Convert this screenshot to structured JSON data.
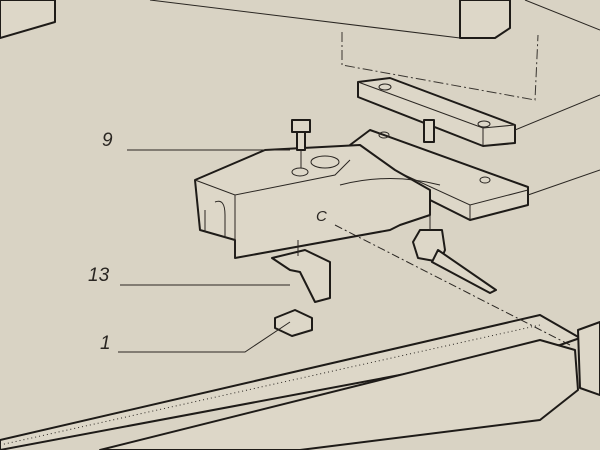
{
  "callouts": {
    "part_9": "9",
    "part_13": "13",
    "part_1": "1",
    "letter_c": "C"
  },
  "colors": {
    "paper": "#d9d3c4",
    "ink": "#1e1b18"
  }
}
